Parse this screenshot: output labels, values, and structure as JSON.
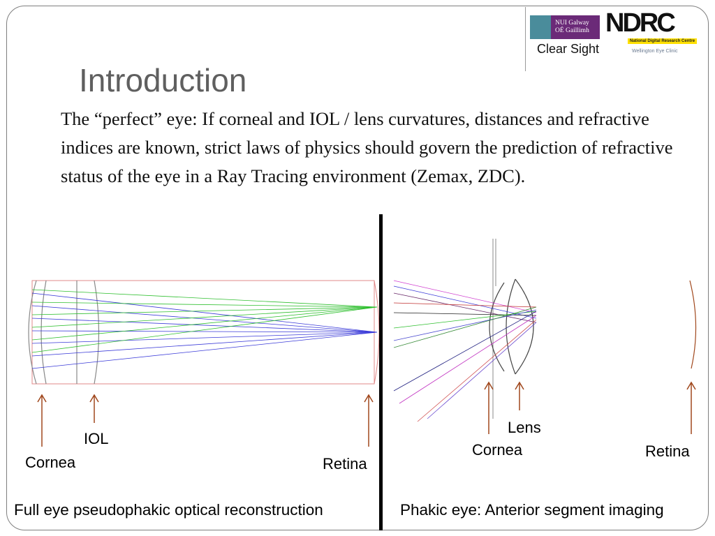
{
  "logos": {
    "nui_line1": "NUI Galway",
    "nui_line2": "OÉ Gaillimh",
    "ndrc": "NDRC",
    "ndrc_sub": "National Digital Research Centre",
    "clearsight": "Clear Sight",
    "wellington": "Wellington Eye Clinic"
  },
  "slide": {
    "title": "Introduction",
    "body": "The “perfect” eye:  If corneal and IOL / lens curvatures, distances and refractive indices are known, strict laws of physics should govern the prediction of refractive status of the eye in a Ray Tracing environment (Zemax, ZDC)."
  },
  "left_diagram": {
    "label_iol": "IOL",
    "label_cornea": "Cornea",
    "label_retina": "Retina",
    "caption": "Full eye pseudophakic optical reconstruction"
  },
  "right_diagram": {
    "label_lens": "Lens",
    "label_cornea": "Cornea",
    "label_retina": "Retina",
    "caption": "Phakic eye: Anterior segment imaging"
  },
  "colors": {
    "arrow": "#a0471c",
    "ray_blue": "#3a3ad8",
    "ray_green": "#2fbf2f",
    "outline": "#e07a7a"
  }
}
